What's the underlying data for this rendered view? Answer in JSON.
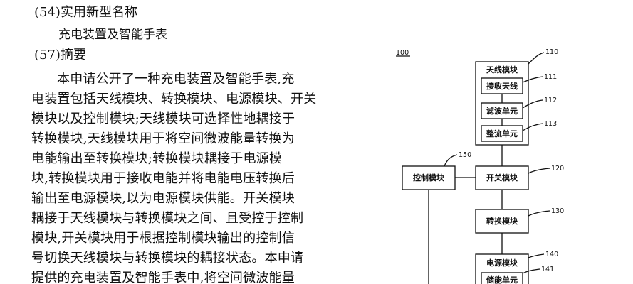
{
  "heading_54": "(54)实用新型名称",
  "title": "充电装置及智能手表",
  "heading_57": "(57)摘要",
  "abstract_lines": [
    "本申请公开了一种充电装置及智能手表,充",
    "电装置包括天线模块、转换模块、电源模块、开关",
    "模块以及控制模块;天线模块可选择性地耦接于",
    "转换模块,天线模块用于将空间微波能量转换为",
    "电能输出至转换模块;转换模块耦接于电源模",
    "块,转换模块用于接收电能并将电能电压转换后",
    "输出至电源模块,以为电源模块供能。开关模块",
    "耦接于天线模块与转换模块之间、且受控于控制",
    "模块,开关模块用于根据控制模块输出的控制信",
    "号切换天线模块与转换模块的耦接状态。本申请",
    "提供的充电装置及智能手表中,将空间微波能量"
  ],
  "diagram": {
    "figure_ref": "100",
    "antenna_module": {
      "label": "天线模块",
      "ref": "110"
    },
    "receive_antenna": {
      "label": "接收天线",
      "ref": "111"
    },
    "filter_unit": {
      "label": "滤波单元",
      "ref": "112"
    },
    "rectifier_unit": {
      "label": "整流单元",
      "ref": "113"
    },
    "control_module": {
      "label": "控制模块",
      "ref": "150"
    },
    "switch_module": {
      "label": "开关模块",
      "ref": "120"
    },
    "convert_module": {
      "label": "转换模块",
      "ref": "130"
    },
    "power_module": {
      "label": "电源模块",
      "ref": "140"
    },
    "storage_unit": {
      "label": "储能单元",
      "ref": "141"
    }
  }
}
